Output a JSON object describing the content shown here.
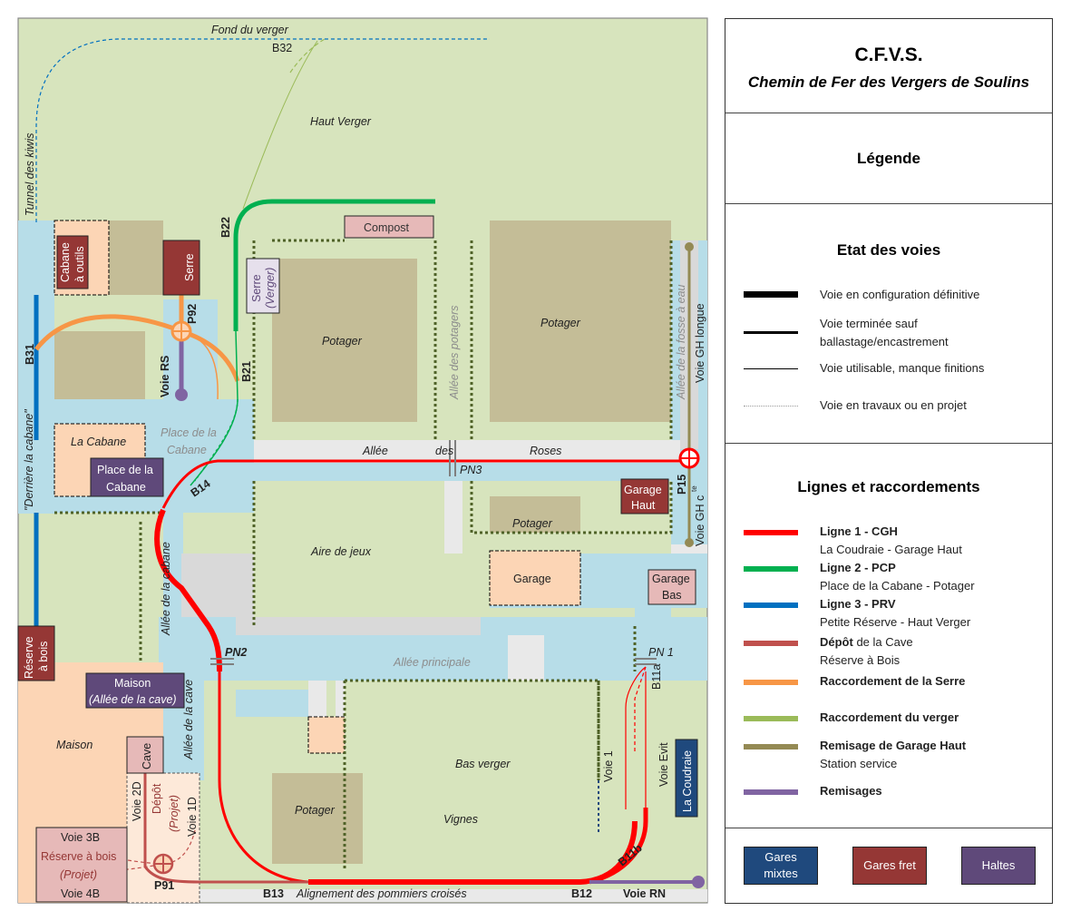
{
  "map": {
    "labels": {
      "fond_du_verger": "Fond du verger",
      "b32": "B32",
      "haut_verger": "Haut Verger",
      "tunnel_des_kiwis": "Tunnel des kiwis",
      "cabane_a_outils": "Cabane à outils",
      "serre": "Serre",
      "serre_verger_1": "Serre",
      "serre_verger_2": "(Verger)",
      "compost": "Compost",
      "b22": "B22",
      "potager_1": "Potager",
      "potager_2": "Potager",
      "potager_3": "Potager",
      "potager_4": "Potager",
      "allee_des_potagers": "Allée des potagers",
      "allee_fosse_eau": "Allée de la fosse à eau",
      "voie_gh_longue": "Voie GH longue",
      "p92": "P92",
      "voie_rs": "Voie RS",
      "b21": "B21",
      "b31": "B31",
      "derriere_la_cabane": "\"Derrière la cabane\"",
      "la_cabane": "La Cabane",
      "place_de_la_cabane_area": "Place de la Cabane",
      "place_de_la_cabane_stop_1": "Place de la",
      "place_de_la_cabane_stop_2": "Cabane",
      "allee": "Allée",
      "des": "des",
      "roses": "Roses",
      "pn3": "PN3",
      "p15": "P15",
      "voie_gh_c": "Voie GH c",
      "te": "te",
      "garage_haut_1": "Garage",
      "garage_haut_2": "Haut",
      "b14": "B14",
      "aire_de_jeux": "Aire de jeux",
      "allee_de_la_cabane": "Allée de la cabane",
      "garage": "Garage",
      "garage_bas_1": "Garage",
      "garage_bas_2": "Bas",
      "reserve_a_bois_1": "Réserve",
      "reserve_a_bois_2": "à bois",
      "pn2": "PN2",
      "allee_principale": "Allée principale",
      "pn1": "PN 1",
      "b11a": "B11a",
      "maison_stop_1": "Maison",
      "maison_stop_2": "(Allée de la cave)",
      "allee_de_la_cave": "Allée de la cave",
      "maison": "Maison",
      "cave": "Cave",
      "bas_verger": "Bas verger",
      "voie_1": "Voie 1",
      "voie_evit": "Voie Evit",
      "la_coudraie": "La Coudraie",
      "voie_2d": "Voie 2D",
      "depot": "Dépôt",
      "projet": "(Projet)",
      "voie_1d": "Voie 1D",
      "vignes": "Vignes",
      "voie_3b": "Voie 3B",
      "reserve_bois_projet_1": "Réserve à bois",
      "reserve_bois_projet_2": "(Projet)",
      "voie_4b": "Voie 4B",
      "p91": "P91",
      "b13": "B13",
      "alignement": "Alignement  des  pommiers  croisés",
      "b12": "B12",
      "voie_rn": "Voie RN",
      "b11b": "B11b"
    }
  },
  "legend": {
    "title": "C.F.V.S.",
    "subtitle": "Chemin de Fer des Vergers de Soulins",
    "legende": "Légende",
    "etat_title": "Etat des voies",
    "etat": [
      {
        "label_1": "Voie en configuration définitive",
        "label_2": ""
      },
      {
        "label_1": "Voie terminée sauf",
        "label_2": "ballastage/encastrement"
      },
      {
        "label_1": "Voie utilisable, manque finitions",
        "label_2": ""
      },
      {
        "label_1": "Voie en travaux ou en projet",
        "label_2": ""
      }
    ],
    "lignes_title": "Lignes et raccordements",
    "lignes": [
      {
        "name": "Ligne 1 - CGH",
        "desc": "La Coudraie - Garage Haut",
        "color": "#ff0000"
      },
      {
        "name": "Ligne 2 - PCP",
        "desc": "Place de la Cabane - Potager",
        "color": "#00b050"
      },
      {
        "name": "Ligne 3 - PRV",
        "desc": "Petite Réserve - Haut Verger",
        "color": "#0070c0"
      },
      {
        "name": "Dépôt",
        "name_rest": " de la Cave",
        "desc": "Réserve à Bois",
        "color": "#c0504d"
      },
      {
        "name": "Raccordement de la Serre",
        "desc": "",
        "color": "#f79646"
      },
      {
        "name": "Raccordement du verger",
        "desc": "",
        "color": "#9bbb59"
      },
      {
        "name": "Remisage de Garage Haut",
        "desc": "Station service",
        "color": "#948a54"
      },
      {
        "name": "Remisages",
        "desc": "",
        "color": "#8064a2"
      }
    ],
    "keys": {
      "gares_mixtes_1": "Gares",
      "gares_mixtes_2": "mixtes",
      "gares_fret": "Gares fret",
      "haltes": "Haltes"
    }
  }
}
